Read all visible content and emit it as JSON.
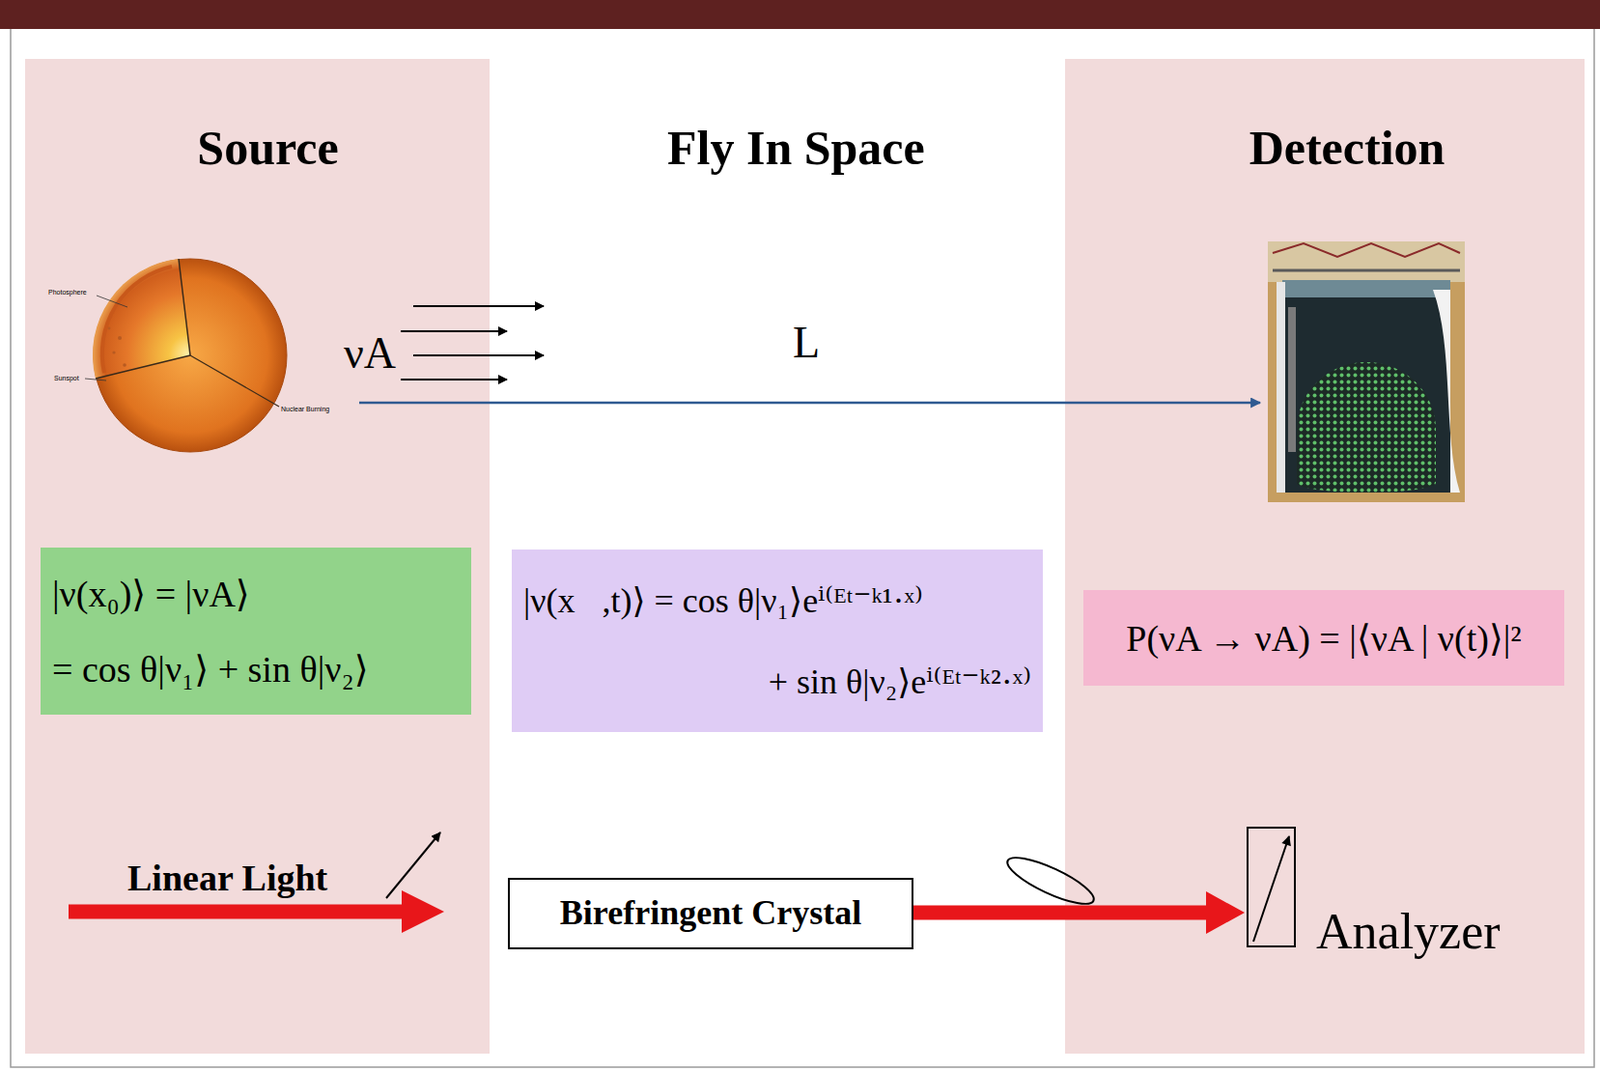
{
  "diagram": {
    "nodes": [
      {
        "text": [
          "Source"
        ]
      },
      {
        "text": [
          "|ν(x₀)⟩ = |νA⟩",
          "= cos θ|ν₁⟩ + sin θ|ν₂⟩"
        ],
        "in": 0
      },
      {
        "text": [
          "|ν(x⃗,t)⟩ = cos θ|ν₁⟩eⁱ⁽ᴱᵗ⁻ᵏ¹·ˣ⁾",
          "+ sin θ|ν₂⟩eⁱ⁽ᴱᵗ⁻ᵏ²·ˣ⁾"
        ]
      },
      {
        "text": [
          "Birefringent Crystal"
        ]
      },
      {
        "text": [
          "Detection"
        ]
      },
      {
        "text": [
          "P(νA → νA) = |⟨νA | ν(t)⟩|²"
        ],
        "in": 4
      },
      {
        "text": [
          "Analyzer"
        ],
        "in": 4
      }
    ],
    "edges": [
      {
        "from": 3,
        "to": 6,
        "arrow": "to"
      }
    ],
    "labels": [
      "Fly In Space",
      "Photosphere",
      "Sunspot",
      "Nuclear Burning",
      "νA",
      "L",
      "Linear Light"
    ]
  }
}
